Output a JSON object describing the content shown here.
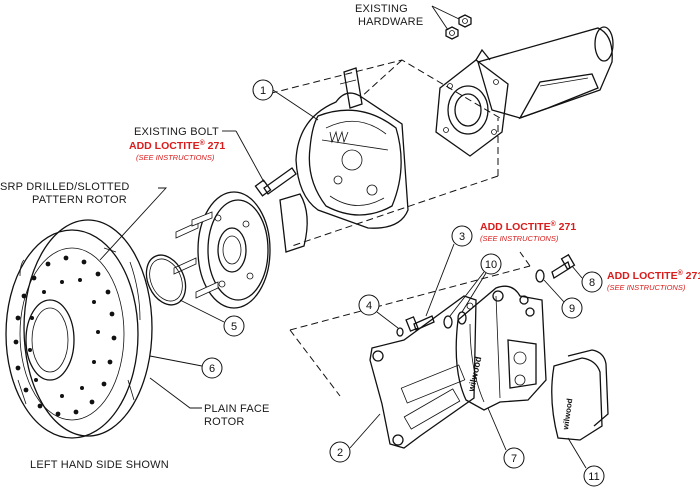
{
  "labels": {
    "existing_hardware_1": "EXISTING",
    "existing_hardware_2": "HARDWARE",
    "existing_bolt": "EXISTING BOLT",
    "srp_1": "SRP DRILLED/SLOTTED",
    "srp_2": "PATTERN ROTOR",
    "plain_1": "PLAIN FACE",
    "plain_2": "ROTOR",
    "left_hand": "LEFT HAND SIDE SHOWN",
    "caliper_brand": "wilwood",
    "pad_brand": "wilwood"
  },
  "loctite": {
    "main": "ADD LOCTITE",
    "reg": "®",
    "number": " 271",
    "instructions": "(SEE INSTRUCTIONS)"
  },
  "callouts": [
    "1",
    "2",
    "3",
    "4",
    "5",
    "6",
    "7",
    "8",
    "9",
    "10",
    "11"
  ],
  "colors": {
    "ink": "#111111",
    "accent_red": "#d91c1c",
    "background": "#ffffff"
  }
}
